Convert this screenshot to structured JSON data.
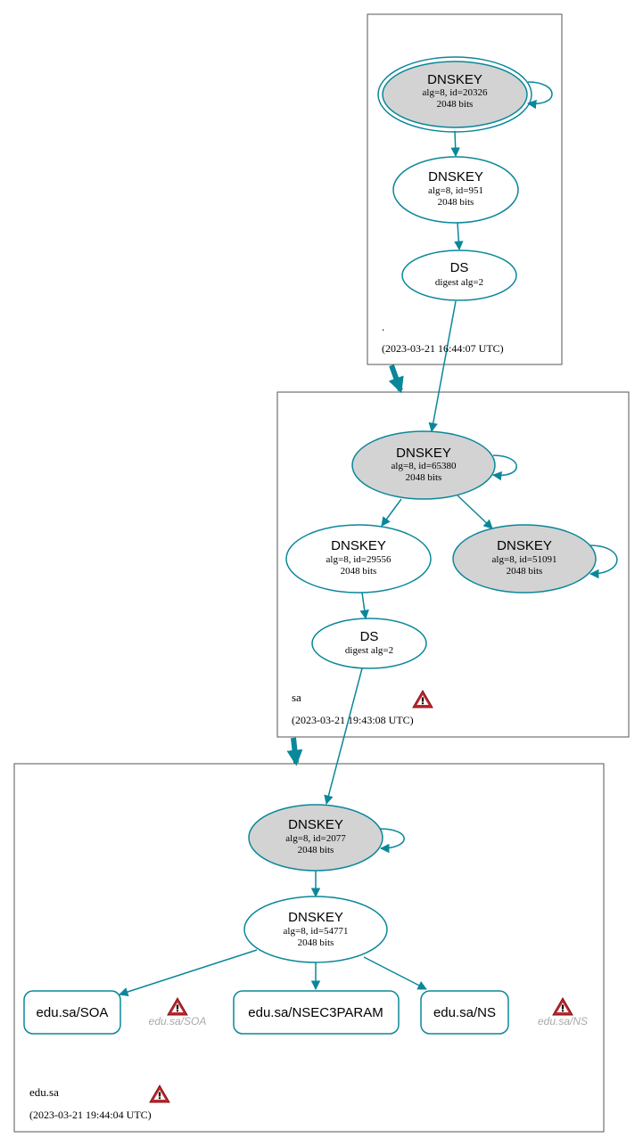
{
  "colors": {
    "edge": "#0a879a",
    "key_fill": "#d3d3d3",
    "box_stroke": "#555555",
    "warning_red": "#c0282d"
  },
  "zones": [
    {
      "name": ".",
      "timestamp": "(2023-03-21 16:44:07 UTC)"
    },
    {
      "name": "sa",
      "timestamp": "(2023-03-21 19:43:08 UTC)"
    },
    {
      "name": "edu.sa",
      "timestamp": "(2023-03-21 19:44:04 UTC)"
    }
  ],
  "nodes": {
    "root_ksk": {
      "title": "DNSKEY",
      "line1": "alg=8, id=20326",
      "line2": "2048 bits"
    },
    "root_zsk": {
      "title": "DNSKEY",
      "line1": "alg=8, id=951",
      "line2": "2048 bits"
    },
    "root_ds": {
      "title": "DS",
      "line1": "digest alg=2"
    },
    "sa_ksk": {
      "title": "DNSKEY",
      "line1": "alg=8, id=65380",
      "line2": "2048 bits"
    },
    "sa_zsk": {
      "title": "DNSKEY",
      "line1": "alg=8, id=29556",
      "line2": "2048 bits"
    },
    "sa_key2": {
      "title": "DNSKEY",
      "line1": "alg=8, id=51091",
      "line2": "2048 bits"
    },
    "sa_ds": {
      "title": "DS",
      "line1": "digest alg=2"
    },
    "edu_ksk": {
      "title": "DNSKEY",
      "line1": "alg=8, id=2077",
      "line2": "2048 bits"
    },
    "edu_zsk": {
      "title": "DNSKEY",
      "line1": "alg=8, id=54771",
      "line2": "2048 bits"
    }
  },
  "rrsets": {
    "soa": "edu.sa/SOA",
    "nsec3param": "edu.sa/NSEC3PARAM",
    "ns": "edu.sa/NS",
    "soa_ghost": "edu.sa/SOA",
    "ns_ghost": "edu.sa/NS"
  },
  "icons": {
    "warning": "warning-triangle-icon"
  }
}
